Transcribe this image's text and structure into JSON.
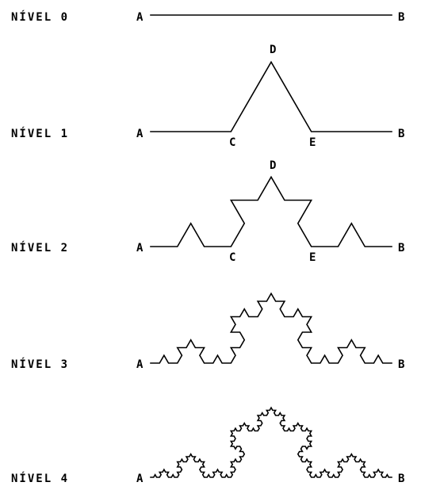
{
  "levels": [
    {
      "label": "NÍVEL 0",
      "start_label": "A",
      "end_label": "B",
      "iterations": 0,
      "points": []
    },
    {
      "label": "NÍVEL 1",
      "start_label": "A",
      "end_label": "B",
      "iterations": 1,
      "points": [
        "C",
        "D",
        "E"
      ]
    },
    {
      "label": "NÍVEL 2",
      "start_label": "A",
      "end_label": "B",
      "iterations": 2,
      "points": [
        "C",
        "D",
        "E"
      ]
    },
    {
      "label": "NÍVEL 3",
      "start_label": "A",
      "end_label": "B",
      "iterations": 3,
      "points": []
    },
    {
      "label": "NÍVEL 4",
      "start_label": "A",
      "end_label": "B",
      "iterations": 4,
      "points": []
    }
  ],
  "colors": {
    "line": "#000000",
    "background": "#ffffff"
  }
}
